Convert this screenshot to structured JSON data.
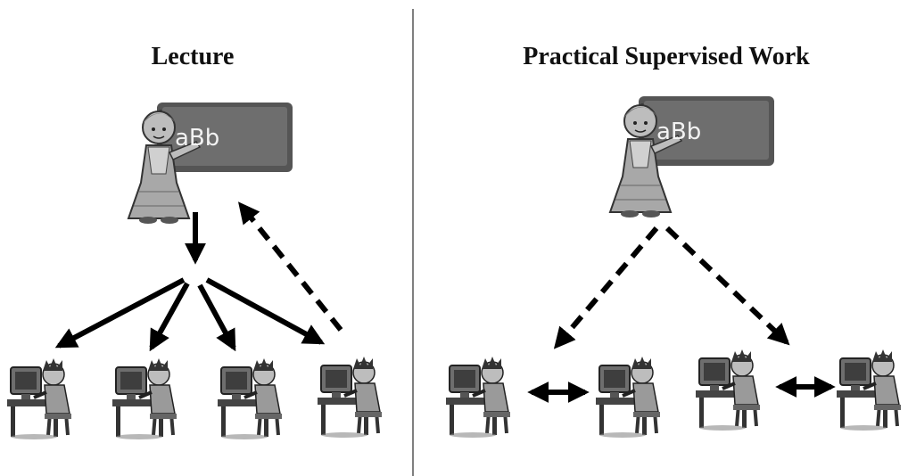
{
  "panels": {
    "left": {
      "title": "Lecture",
      "board_text": "aBb"
    },
    "right": {
      "title": "Practical Supervised Work",
      "board_text": "aBb"
    }
  },
  "colors": {
    "ink": "#000000",
    "divider": "#555555",
    "board": "#6a6a6a",
    "background": "#ffffff"
  },
  "icons": {
    "teacher": "teacher-at-chalkboard-icon",
    "student": "student-at-computer-icon"
  }
}
